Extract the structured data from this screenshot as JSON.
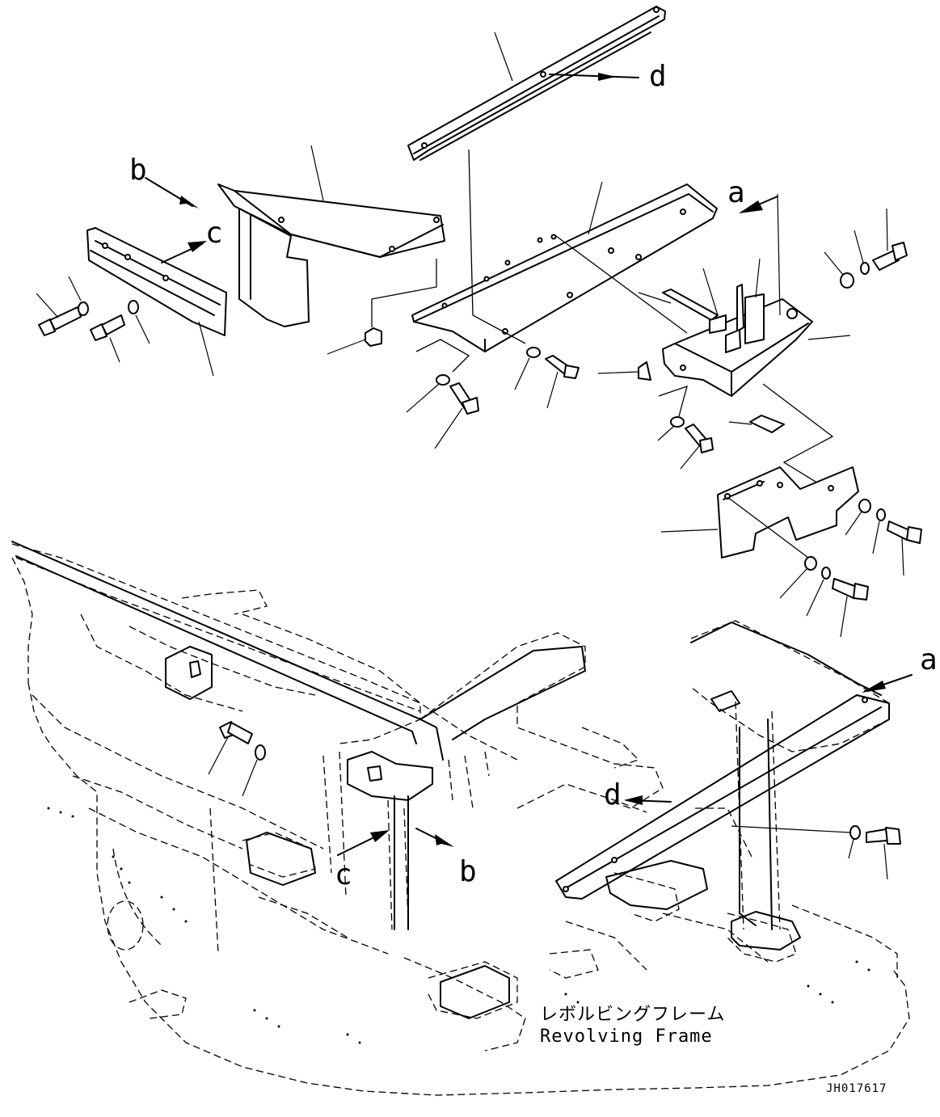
{
  "reference_letters": {
    "a": "a",
    "b": "b",
    "c": "c",
    "d": "d"
  },
  "frame_label": {
    "japanese": "レボルビングフレーム",
    "english": "Revolving Frame"
  },
  "drawing_code": "JH017617"
}
